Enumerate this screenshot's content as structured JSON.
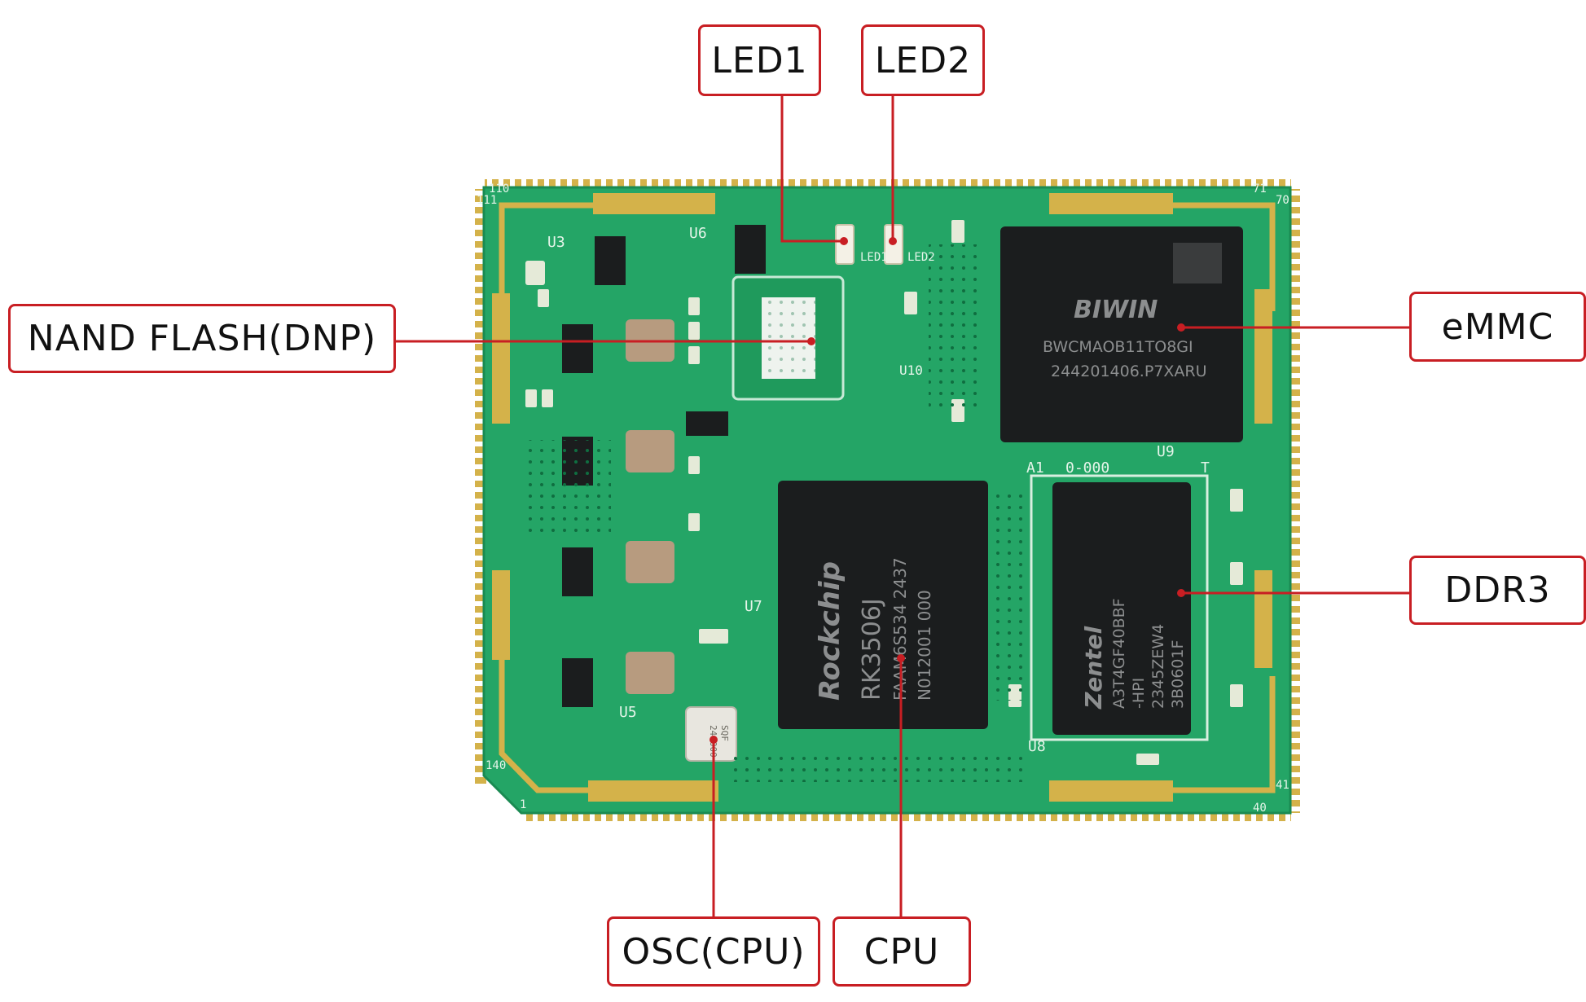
{
  "callouts": {
    "led1": "LED1",
    "led2": "LED2",
    "nand": "NAND FLASH(DNP)",
    "emmc": "eMMC",
    "ddr3": "DDR3",
    "osc": "OSC(CPU)",
    "cpu": "CPU"
  },
  "board": {
    "silkscreen": {
      "corner_110": "110",
      "corner_111": "111",
      "corner_71": "71",
      "corner_70": "70",
      "corner_140": "140",
      "corner_1": "1",
      "corner_40": "40",
      "corner_41": "41",
      "u3": "U3",
      "u6": "U6",
      "u9": "U9",
      "u7": "U7",
      "u8": "U8",
      "u5": "U5",
      "u10": "U10",
      "led1": "LED1",
      "led2": "LED2",
      "a1": "A1",
      "zero": "0-000",
      "t": "T"
    },
    "emmc_chip": {
      "brand": "BIWIN",
      "line1": "BWCMAOB11TO8GI",
      "line2": "244201406.P7XARU"
    },
    "cpu_chip": {
      "brand": "Rockchip",
      "line1": "RK3506J",
      "line2": "FAAM6S534 2437",
      "line3": "N012001 000"
    },
    "ddr_chip": {
      "brand": "Zentel",
      "line1": "A3T4GF40BBF",
      "line2": "-HPI",
      "line3": "2345ZEW4",
      "line4": "3B0601F"
    },
    "osc_chip": {
      "line1": "SQF",
      "line2": "24.000"
    }
  },
  "colors": {
    "accent": "#c81e23",
    "pcb": "#24a566",
    "pcb_dark": "#1a8a52",
    "gold": "#d4b24a",
    "chip": "#1b1d1e"
  }
}
